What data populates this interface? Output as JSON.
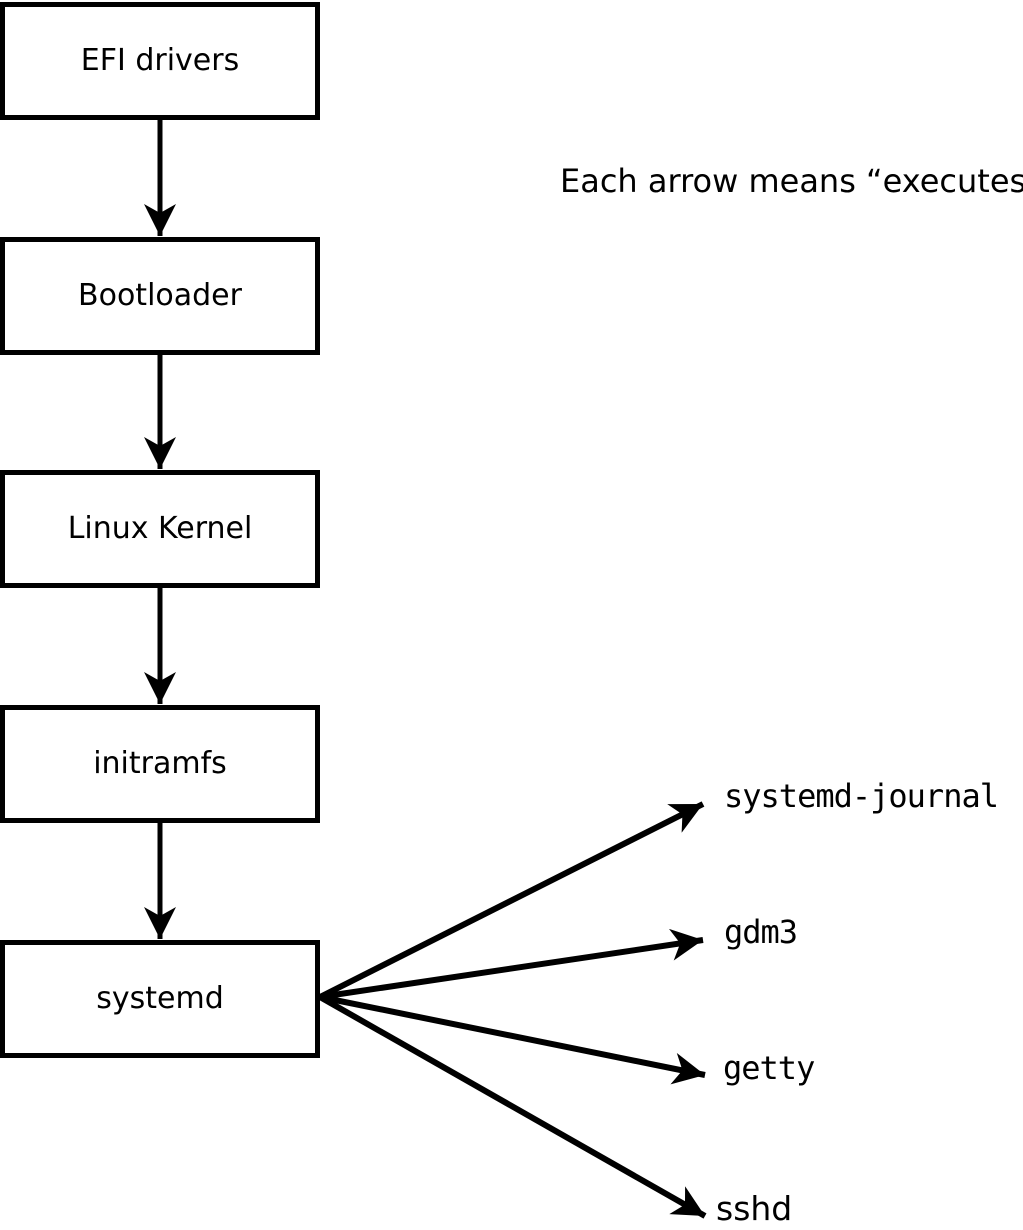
{
  "annotation": "Each arrow means “executes”.",
  "boot_chain": {
    "boxes": [
      {
        "id": "efi-drivers",
        "label": "EFI drivers"
      },
      {
        "id": "bootloader",
        "label": "Bootloader"
      },
      {
        "id": "linux-kernel",
        "label": "Linux Kernel"
      },
      {
        "id": "initramfs",
        "label": "initramfs"
      },
      {
        "id": "systemd",
        "label": "systemd"
      }
    ],
    "edges": [
      {
        "from": "EFI drivers",
        "to": "Bootloader",
        "meaning": "executes"
      },
      {
        "from": "Bootloader",
        "to": "Linux Kernel",
        "meaning": "executes"
      },
      {
        "from": "Linux Kernel",
        "to": "initramfs",
        "meaning": "executes"
      },
      {
        "from": "initramfs",
        "to": "systemd",
        "meaning": "executes"
      }
    ]
  },
  "spawned_services": {
    "source": "systemd",
    "items": [
      {
        "label": "systemd-journal"
      },
      {
        "label": "gdm3"
      },
      {
        "label": "getty"
      },
      {
        "label": "sshd"
      }
    ]
  },
  "colors": {
    "background": "#ffffff",
    "box_fill": "#ffffff",
    "line": "#000000",
    "text": "#000000"
  }
}
